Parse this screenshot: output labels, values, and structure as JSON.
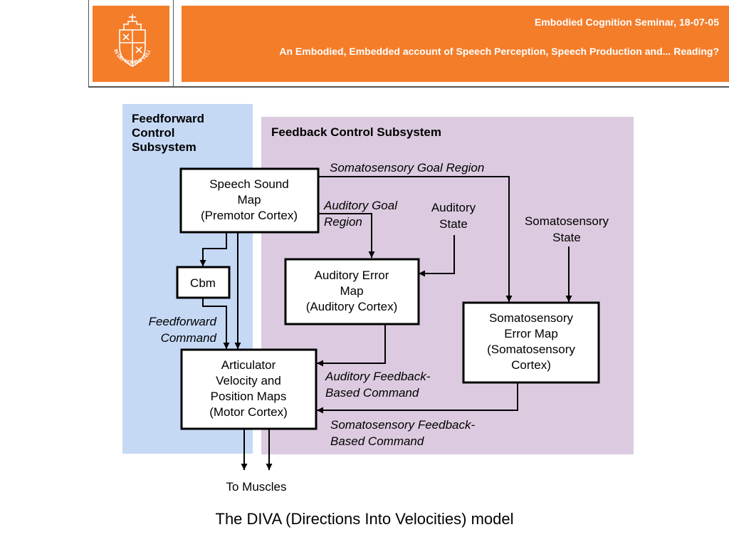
{
  "header": {
    "seminar": "Embodied Cognition Seminar, 18-07-05",
    "title": "An Embodied, Embedded account of Speech Perception, Speech Production and... Reading?",
    "logo_motto": "IN DEI NOMINE FELICITER",
    "brand_color": "#f47d2a"
  },
  "diagram": {
    "feedforward_title": [
      "Feedforward",
      "Control",
      "Subsystem"
    ],
    "feedback_title": "Feedback Control Subsystem",
    "nodes": {
      "speech_sound_map": [
        "Speech Sound",
        "Map",
        "(Premotor Cortex)"
      ],
      "cbm": [
        "Cbm"
      ],
      "auditory_error_map": [
        "Auditory Error",
        "Map",
        "(Auditory Cortex)"
      ],
      "somatosensory_error_map": [
        "Somatosensory",
        "Error Map",
        "(Somatosensory",
        "Cortex)"
      ],
      "articulator_maps": [
        "Articulator",
        "Velocity and",
        "Position Maps",
        "(Motor Cortex)"
      ]
    },
    "labels": {
      "somatosensory_goal_region": [
        "Somatosensory Goal Region"
      ],
      "auditory_goal_region": [
        "Auditory Goal",
        "Region"
      ],
      "auditory_state": [
        "Auditory",
        "State"
      ],
      "somatosensory_state": [
        "Somatosensory",
        "State"
      ],
      "feedforward_command": [
        "Feedforward",
        "Command"
      ],
      "auditory_feedback_command": [
        "Auditory Feedback-",
        "Based Command"
      ],
      "somatosensory_feedback_command": [
        "Somatosensory Feedback-",
        "Based Command"
      ],
      "to_muscles": [
        "To Muscles"
      ]
    },
    "colors": {
      "feedforward_panel": "#c5d9f5",
      "feedback_panel": "#dccbe0"
    }
  },
  "caption": "The DIVA (Directions Into Velocities) model"
}
